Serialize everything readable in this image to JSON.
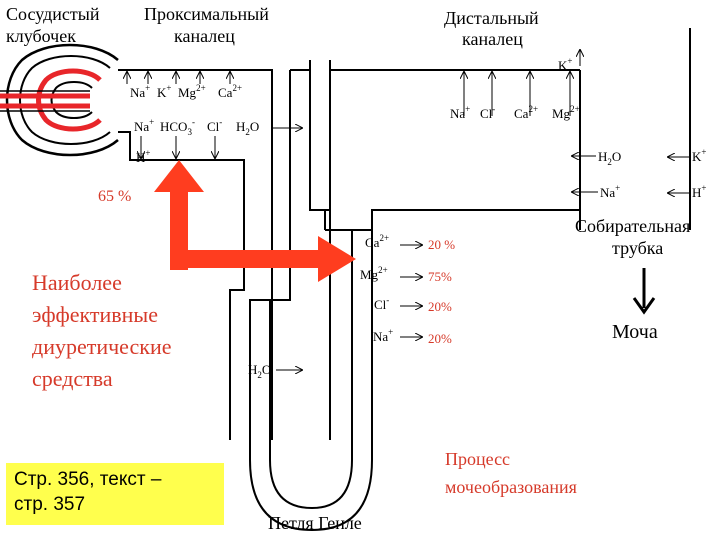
{
  "labels": {
    "glomerulus": [
      "Сосудистый",
      "клубочек"
    ],
    "proximal": [
      "Проксимальный",
      "каналец"
    ],
    "distal": [
      "Дистальный",
      "каналец"
    ],
    "collecting": [
      "Собирательная",
      "трубка"
    ],
    "loop": "Петля Генле",
    "urine": "Моча",
    "process": [
      "Процесс",
      "мочеобразования"
    ],
    "diuretics": [
      "Наиболее",
      "эффективные",
      "диуретические",
      "средства"
    ],
    "proximal_percent": "65 %",
    "note": [
      "Стр. 356, текст –",
      "стр. 357"
    ]
  },
  "ions": {
    "proximal_top": [
      {
        "base": "Na",
        "sup": "+"
      },
      {
        "base": "K",
        "sup": "+"
      },
      {
        "base": "Mg",
        "sup": "2+"
      },
      {
        "base": "Ca",
        "sup": "2+"
      }
    ],
    "proximal_mid": [
      {
        "base": "Na",
        "sup": "+"
      },
      {
        "base": "HCO",
        "sub": "3",
        "sup": "-"
      },
      {
        "base": "Cl",
        "sup": "-"
      },
      {
        "base": "H",
        "sub": "2",
        "tail": "O"
      }
    ],
    "proximal_h": {
      "base": "H",
      "sup": "+"
    },
    "distal_k": {
      "base": "K",
      "sup": "+"
    },
    "distal_top": [
      {
        "base": "Na",
        "sup": "+"
      },
      {
        "base": "Cl",
        "sup": "-"
      },
      {
        "base": "Ca",
        "sup": "2+"
      },
      {
        "base": "Mg",
        "sup": "2+"
      }
    ],
    "distal_h2o": {
      "base": "H",
      "sub": "2",
      "tail": "O"
    },
    "distal_na": {
      "base": "Na",
      "sup": "+"
    },
    "collecting_k": {
      "base": "K",
      "sup": "+"
    },
    "collecting_h": {
      "base": "H",
      "sup": "+"
    },
    "loop_h2o": {
      "base": "H",
      "sub": "2",
      "tail": "O"
    },
    "loop": [
      {
        "base": "Ca",
        "sup": "2+",
        "pct": "20 %"
      },
      {
        "base": "Mg",
        "sup": "2+",
        "pct": "75%"
      },
      {
        "base": "Cl",
        "sup": "-",
        "pct": "20%"
      },
      {
        "base": "Na",
        "sup": "+",
        "pct": "20%"
      }
    ]
  },
  "colors": {
    "arrow": "#ff3d1f",
    "emphasis": "#d63a2a",
    "note_bg": "#ffff4d",
    "vessel": "#e8262a"
  }
}
